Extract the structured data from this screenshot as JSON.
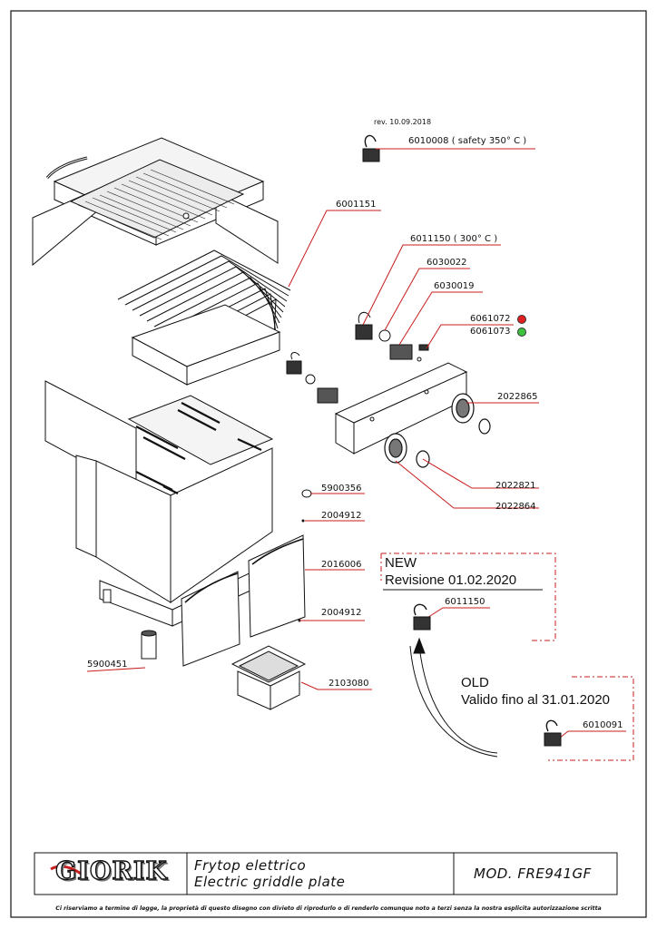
{
  "revision": "rev. 10.09.2018",
  "callouts": {
    "p6010008": "6010008  ( safety 350° C )",
    "p6001151": "6001151",
    "p6011150_300": "6011150 ( 300° C )",
    "p6030022": "6030022",
    "p6030019": "6030019",
    "p6061072": "6061072",
    "p6061073": "6061073",
    "p2022865": "2022865",
    "p2022821": "2022821",
    "p2022864": "2022864",
    "p5900356": "5900356",
    "p2004912_a": "2004912",
    "p2016006": "2016006",
    "p2004912_b": "2004912",
    "p5900451": "5900451",
    "p2103080": "2103080",
    "p6011150_new": "6011150",
    "p6010091": "6010091"
  },
  "indicator_colors": {
    "red": "#e02020",
    "green": "#3cc23c"
  },
  "new_box": {
    "title": "NEW",
    "subtitle": "Revisione 01.02.2020"
  },
  "old_box": {
    "title": "OLD",
    "subtitle": "Valido fino al 31.01.2020"
  },
  "title_block": {
    "brand": "GIORIK",
    "name_it": "Frytop elettrico",
    "name_en": "Electric griddle plate",
    "model": "MOD. FRE941GF"
  },
  "footer": "Ci riserviamo a termine di legge, la proprietà di questo disegno con divieto di riprodurlo o di renderlo comunque noto a terzi senza la nostra esplicita autorizzazione scritta",
  "accent_color": "#c81e1e"
}
